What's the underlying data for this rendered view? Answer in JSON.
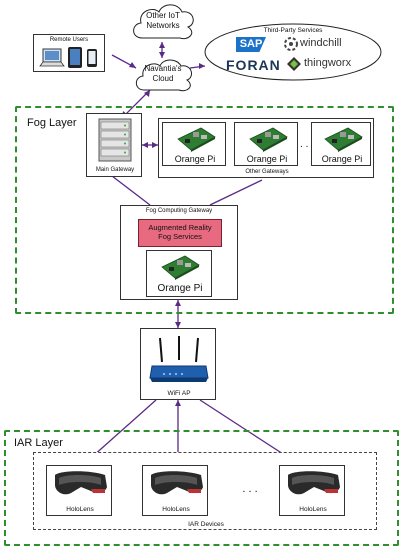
{
  "cloud": {
    "iot_networks": "Other IoT\nNetworks",
    "navantia": "Navantia's\nCloud"
  },
  "remote_users": {
    "title": "Remote Users"
  },
  "third_party": {
    "title": "Third-Party Services",
    "sap": "SAP",
    "windchill": "windchill",
    "foran": "FORAN",
    "thingworx": "thingworx"
  },
  "fog_layer": {
    "title": "Fog Layer",
    "main_gateway": "Main Gateway",
    "orange_pi_label": "Orange Pi",
    "ellipsis": ". . .",
    "other_gateways": "Other Gateways",
    "fog_computing_gateway": "Fog Computing Gateway",
    "ar_services": "Augmented Reality\nFog Services"
  },
  "wifi": {
    "label": "WiFi AP"
  },
  "iar_layer": {
    "title": "IAR Layer",
    "hololens_label": "HoloLens",
    "ellipsis": ". . .",
    "iar_devices": "IAR Devices"
  },
  "colors": {
    "link": "#5b2a86",
    "layer_border": "#2f8f2f",
    "ar_fill": "#e86a80"
  }
}
